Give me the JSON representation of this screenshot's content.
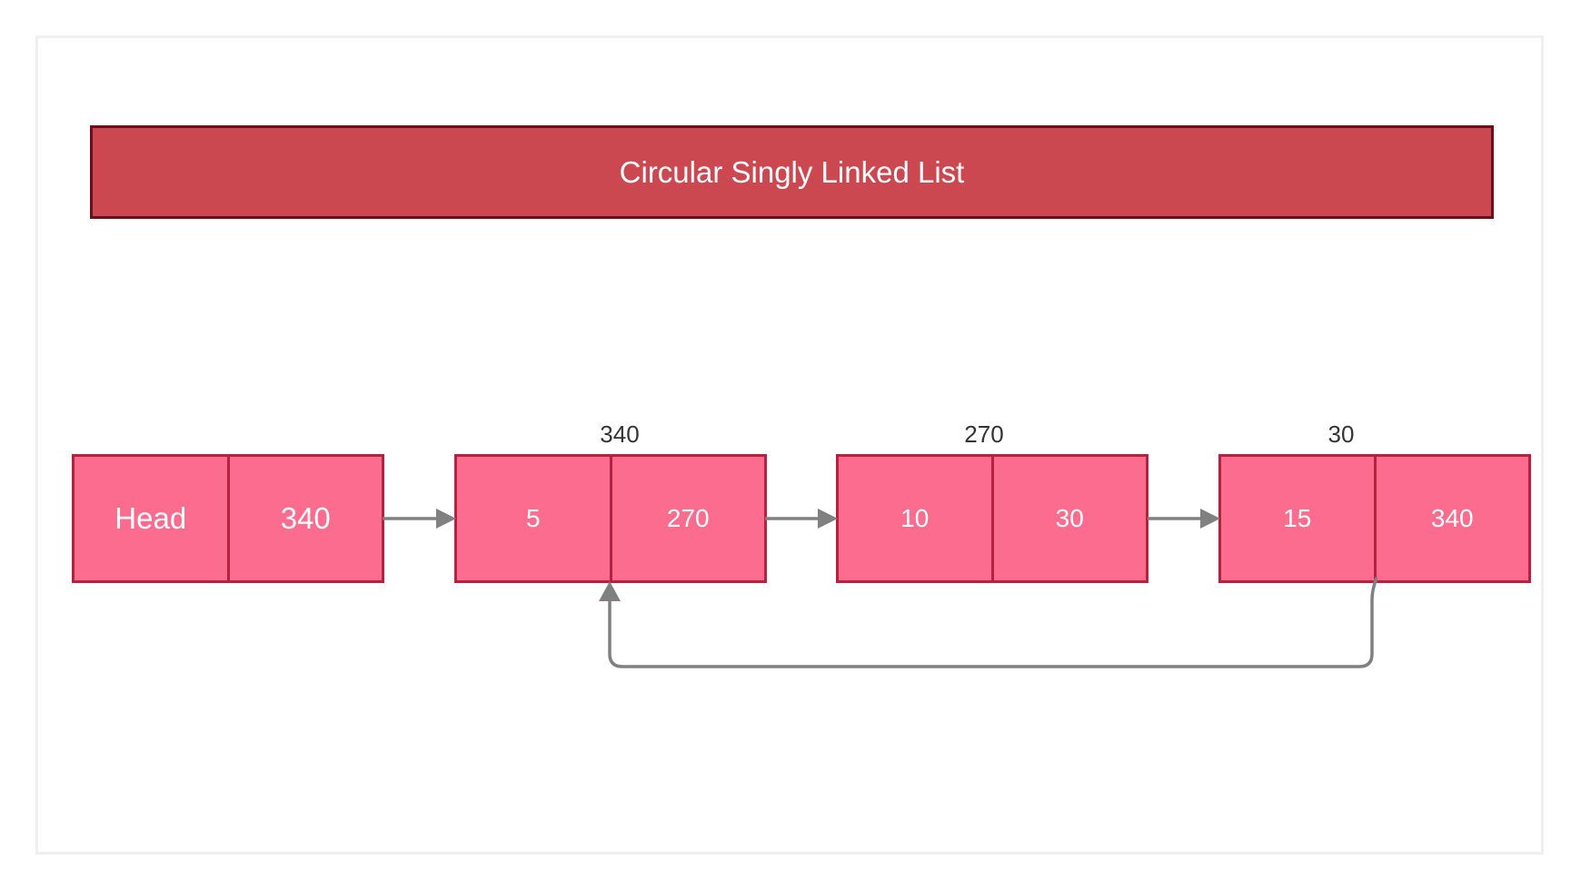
{
  "title": "Circular Singly Linked List",
  "head": {
    "label": "Head",
    "pointer": "340"
  },
  "nodes": [
    {
      "address": "340",
      "data": "5",
      "next": "270"
    },
    {
      "address": "270",
      "data": "10",
      "next": "30"
    },
    {
      "address": "30",
      "data": "15",
      "next": "340"
    }
  ],
  "colors": {
    "banner_fill": "#cc4850",
    "banner_border": "#6b0f1a",
    "node_fill": "#fc6c8e",
    "node_border": "#b5213f",
    "connector": "#808080"
  }
}
